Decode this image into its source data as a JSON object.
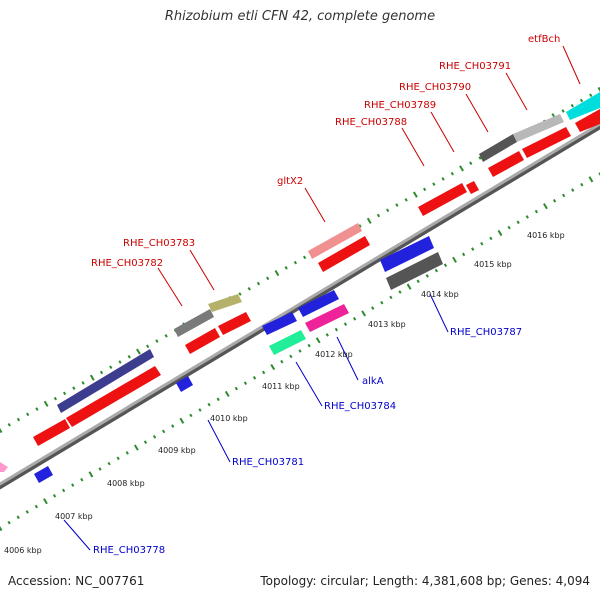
{
  "title": "Rhizobium etli CFN 42, complete genome",
  "footer": {
    "accession": "Accession: NC_007761",
    "stats": "Topology: circular; Length: 4,381,608 bp; Genes: 4,094"
  },
  "colors": {
    "label_top": "#cc0000",
    "label_bottom": "#0000cc",
    "backbone": "#808080",
    "tick_dot": "#2e8b2e"
  },
  "kbp_ticks": [
    "4006 kbp",
    "4007 kbp",
    "4008 kbp",
    "4009 kbp",
    "4010 kbp",
    "4011 kbp",
    "4012 kbp",
    "4013 kbp",
    "4014 kbp",
    "4015 kbp",
    "4016 kbp"
  ],
  "top_labels": [
    "RHE_CH03782",
    "RHE_CH03783",
    "gltX2",
    "RHE_CH03788",
    "RHE_CH03789",
    "RHE_CH03790",
    "RHE_CH03791",
    "etfBch"
  ],
  "bottom_labels": [
    "RHE_CH03778",
    "RHE_CH03781",
    "RHE_CH03784",
    "alkA",
    "RHE_CH03787"
  ]
}
